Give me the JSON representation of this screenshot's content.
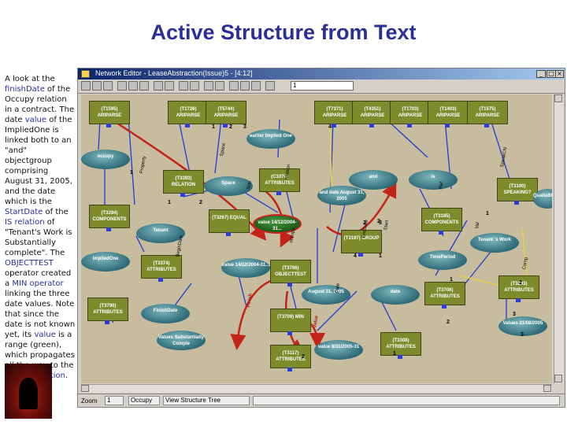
{
  "slide": {
    "title": "Active Structure from Text",
    "description_segments": [
      {
        "text": "A look at the ",
        "hl": false
      },
      {
        "text": "finishDate",
        "hl": true
      },
      {
        "text": " of the Occupy relation in a contract. The date ",
        "hl": false
      },
      {
        "text": "value",
        "hl": true
      },
      {
        "text": " of the ImpliedOne is linked both to an \"and\" objectgroup comprising August 31, 2005, and the date which is the ",
        "hl": false
      },
      {
        "text": "StartDate",
        "hl": true
      },
      {
        "text": " of the ",
        "hl": false
      },
      {
        "text": "IS relation",
        "hl": true
      },
      {
        "text": " of \"Tenant's Work is Substantially complete\". The ",
        "hl": false
      },
      {
        "text": "OBJECTTEST",
        "hl": true
      },
      {
        "text": " operator created a ",
        "hl": false
      },
      {
        "text": "MIN operator",
        "hl": true
      },
      {
        "text": " linking the three date values. Note that since the date is not known yet, its ",
        "hl": false
      },
      {
        "text": "value",
        "hl": true
      },
      {
        "text": " is a range (green), which propagates all the way to the occupy ",
        "hl": false
      },
      {
        "text": "relation",
        "hl": true
      },
      {
        "text": ".",
        "hl": false
      }
    ]
  },
  "window": {
    "title": "Network Editor - LeaseAbstraction(Issue)5 - [4:12]",
    "toolbar": {
      "field_value": "1"
    },
    "status": {
      "zoom_label": "Zoom",
      "zoom_value": "1",
      "view_label": "Occupy",
      "view_value": "View Structure Tree"
    }
  },
  "graph": {
    "nodes": [
      {
        "id": "n1",
        "kind": "box",
        "label": "(T1595) ARIPARSE"
      },
      {
        "id": "n2",
        "kind": "box",
        "label": "(T1726) ARIPARSE"
      },
      {
        "id": "n3",
        "kind": "box",
        "label": "(T5744) ARIPARSE"
      },
      {
        "id": "n4",
        "kind": "box",
        "label": "(T7371) ARIPARSE"
      },
      {
        "id": "n5",
        "kind": "box",
        "label": "(T4351) ARIPARSE"
      },
      {
        "id": "n6",
        "kind": "box",
        "label": "(T1703) ARIPARSE"
      },
      {
        "id": "n7",
        "kind": "box",
        "label": "(T1403) ARIPARSE"
      },
      {
        "id": "n8",
        "kind": "box",
        "label": "(T1575) ARIPARSE"
      },
      {
        "id": "e1",
        "kind": "ell",
        "label": "occupy"
      },
      {
        "id": "e2",
        "kind": "ell",
        "label": "earlier Implied One"
      },
      {
        "id": "b9",
        "kind": "box",
        "label": "(T3393) RELATION"
      },
      {
        "id": "e3",
        "kind": "ell",
        "label": "Space"
      },
      {
        "id": "b10",
        "kind": "box",
        "label": "(C3370) ATTRIBUTES"
      },
      {
        "id": "e4",
        "kind": "ell",
        "label": "and"
      },
      {
        "id": "e5",
        "kind": "ell",
        "label": "is"
      },
      {
        "id": "b11",
        "kind": "box",
        "label": "(T3190) SPEAKING?"
      },
      {
        "id": "e6",
        "kind": "ell",
        "label": "QualiaBBaser"
      },
      {
        "id": "e7",
        "kind": "ell",
        "label": "and date August 31, 2005"
      },
      {
        "id": "b12",
        "kind": "box",
        "label": "(T3284) COMPONENTS"
      },
      {
        "id": "b13",
        "kind": "box",
        "label": "(T3267) EQUAL"
      },
      {
        "id": "e8",
        "kind": "ell",
        "label": "value 14/12/2004-31..."
      },
      {
        "id": "b14",
        "kind": "box",
        "label": "(T3185) COMPONENTS"
      },
      {
        "id": "e9",
        "kind": "ell",
        "label": "Tenant"
      },
      {
        "id": "b15",
        "kind": "box",
        "label": "(T3197) GROUP"
      },
      {
        "id": "e10",
        "kind": "ell",
        "label": "Tenant 's Work"
      },
      {
        "id": "e11",
        "kind": "ell",
        "label": "ImpliedOne"
      },
      {
        "id": "b16",
        "kind": "box",
        "label": "(T3374) ATTRIBUTES"
      },
      {
        "id": "e12",
        "kind": "ell",
        "label": "value 14/12/2004-31..."
      },
      {
        "id": "b17",
        "kind": "box",
        "label": "(T3766) OBJECTTEST"
      },
      {
        "id": "e13",
        "kind": "ell",
        "label": "TimePeriod"
      },
      {
        "id": "b18",
        "kind": "box",
        "label": "(T3293) ATTRIBUTES"
      },
      {
        "id": "b19",
        "kind": "box",
        "label": "(T3706) ATTRIBUTES"
      },
      {
        "id": "e14",
        "kind": "ell",
        "label": "August 31, 2005"
      },
      {
        "id": "e15",
        "kind": "ell",
        "label": "date"
      },
      {
        "id": "b20",
        "kind": "box",
        "label": "(T3790) ATTRIBUTES"
      },
      {
        "id": "b21",
        "kind": "box",
        "label": "(T3709) MIN"
      },
      {
        "id": "e16",
        "kind": "ell",
        "label": "FinishDate"
      },
      {
        "id": "e17",
        "kind": "ell",
        "label": "Values 31/08/2005"
      },
      {
        "id": "e18",
        "kind": "ell",
        "label": "value 8/31/2005-31"
      },
      {
        "id": "b22",
        "kind": "box",
        "label": "(T3308) ATTRIBUTES"
      },
      {
        "id": "e19",
        "kind": "ell",
        "label": "Values Substantially Comple"
      },
      {
        "id": "b23",
        "kind": "box",
        "label": "(T3117) ATTRIBUTES"
      }
    ],
    "edge_labels": [
      "Property",
      "Space",
      "relation",
      "occupy",
      "SpeakCN",
      "BeginDate",
      "Start",
      "Sou",
      "EndDate",
      "Finish",
      "Value",
      "Comp",
      "Ref",
      "Val",
      "Date"
    ],
    "port_numbers": [
      "1",
      "2",
      "3",
      "4",
      "1",
      "2",
      "1",
      "1",
      "2",
      "3",
      "4",
      "1",
      "2",
      "3",
      "1",
      "2",
      "2",
      "1",
      "3",
      "2"
    ],
    "colors": {
      "box": "#7d8b2c",
      "ellipse": "#2e6b78",
      "active": "#195a18",
      "arrow_red": "#c22418",
      "link_blue": "#1f3bd6",
      "link_yellow": "#e8d04a",
      "canvas": "#c7bd9e"
    }
  }
}
